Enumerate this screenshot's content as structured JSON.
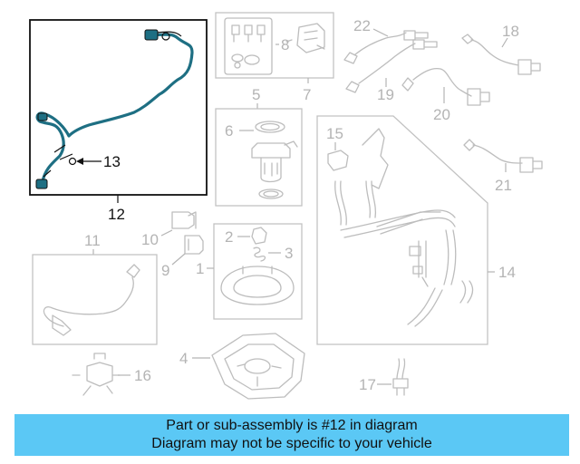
{
  "colors": {
    "highlight": "#111111",
    "part_line": "#bdbdbd",
    "highlight_part": "#1e6f83",
    "banner_bg": "#5bc8f5"
  },
  "callouts": {
    "c1": "1",
    "c2": "2",
    "c3": "3",
    "c4": "4",
    "c5": "5",
    "c6": "6",
    "c7": "7",
    "c8": "8",
    "c9": "9",
    "c10": "10",
    "c11": "11",
    "c12": "12",
    "c13": "13",
    "c14": "14",
    "c15": "15",
    "c16": "16",
    "c17": "17",
    "c18": "18",
    "c19": "19",
    "c20": "20",
    "c21": "21",
    "c22": "22"
  },
  "banner": {
    "line1": "Part or sub-assembly is #12 in diagram",
    "line2": "Diagram may not be specific to your vehicle"
  }
}
